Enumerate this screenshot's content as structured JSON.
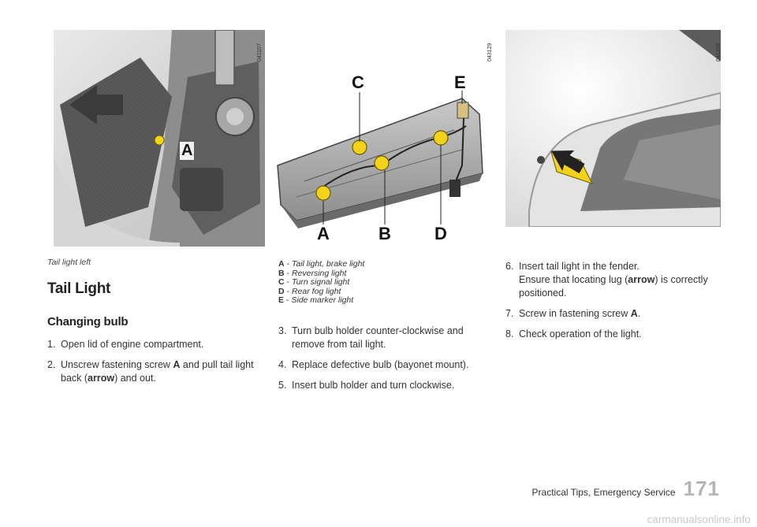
{
  "figures": {
    "left": {
      "code": "041107",
      "callout": "A",
      "caption": "Tail light left"
    },
    "middle": {
      "code": "043129",
      "callouts": [
        "C",
        "E",
        "A",
        "B",
        "D"
      ]
    },
    "right": {
      "code": "041109"
    }
  },
  "col1": {
    "title": "Tail Light",
    "subtitle": "Changing bulb",
    "steps": [
      {
        "num": "1.",
        "text": "Open lid of engine compartment."
      },
      {
        "num": "2.",
        "pre": "Unscrew fastening screw ",
        "b1": "A",
        "mid": " and pull tail light back (",
        "b2": "arrow",
        "post": ") and out."
      }
    ]
  },
  "col2": {
    "legend": [
      {
        "key": "A",
        "sep": " - ",
        "text": "Tail light, brake light"
      },
      {
        "key": "B",
        "sep": " - ",
        "text": "Reversing light"
      },
      {
        "key": "C",
        "sep": " - ",
        "text": "Turn signal light"
      },
      {
        "key": "D",
        "sep": " - ",
        "text": "Rear fog light"
      },
      {
        "key": "E",
        "sep": " - ",
        "text": "Side marker light"
      }
    ],
    "steps": [
      {
        "num": "3.",
        "text": "Turn bulb holder counter-clockwise and remove from tail light."
      },
      {
        "num": "4.",
        "text": "Replace defective bulb (bayonet mount)."
      },
      {
        "num": "5.",
        "text": "Insert bulb holder and turn clockwise."
      }
    ]
  },
  "col3": {
    "steps": [
      {
        "num": "6.",
        "line1": "Insert tail light in the fender.",
        "pre": "Ensure that locating lug (",
        "b": "arrow",
        "post": ") is correctly positioned."
      },
      {
        "num": "7.",
        "pre": "Screw in fastening screw ",
        "b": "A",
        "post": "."
      },
      {
        "num": "8.",
        "text": "Check operation of the light."
      }
    ]
  },
  "footer": {
    "section": "Practical Tips, Emergency Service",
    "page": "171"
  },
  "watermark": "carmanualsonline.info"
}
